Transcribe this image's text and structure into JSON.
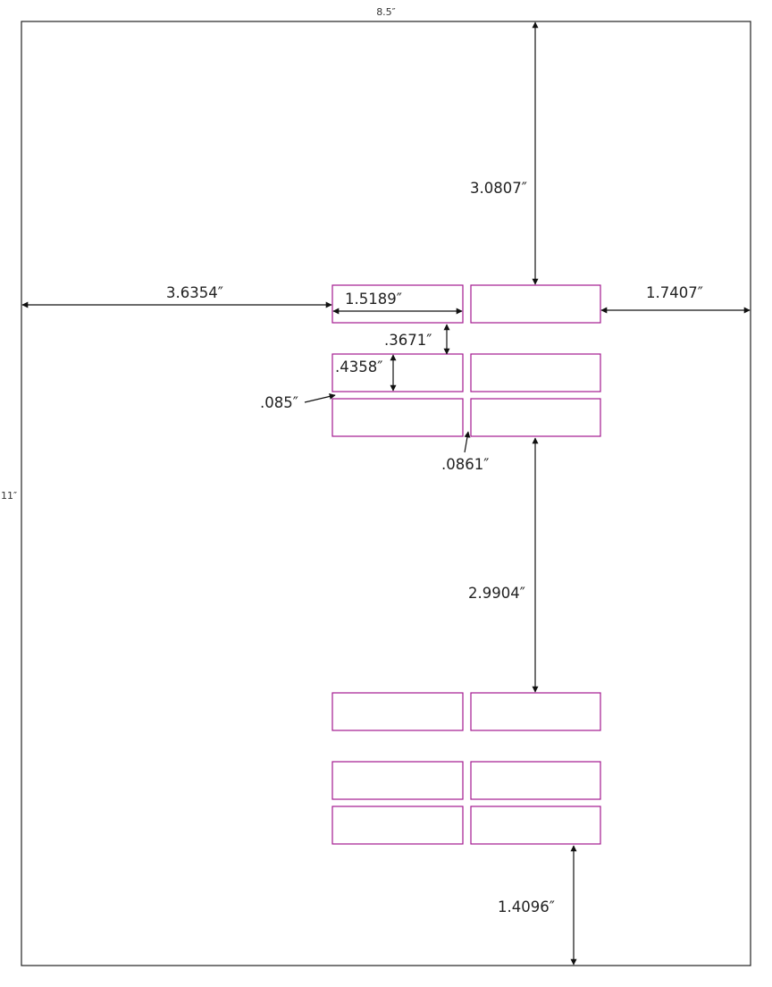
{
  "sheet": {
    "width_label": "8.5″",
    "height_label": "11″"
  },
  "labels": {
    "color": "#a3198f",
    "columns": 2,
    "rows": 6
  },
  "dimensions": {
    "top_margin": "3.0807″",
    "left_margin": "3.6354″",
    "right_margin": "1.7407″",
    "label_width": "1.5189″",
    "row_gap": ".3671″",
    "label_height": ".4358″",
    "small_row_gap": ".085″",
    "column_gap": ".0861″",
    "middle_gap": "2.9904″",
    "bottom_margin": "1.4096″"
  }
}
